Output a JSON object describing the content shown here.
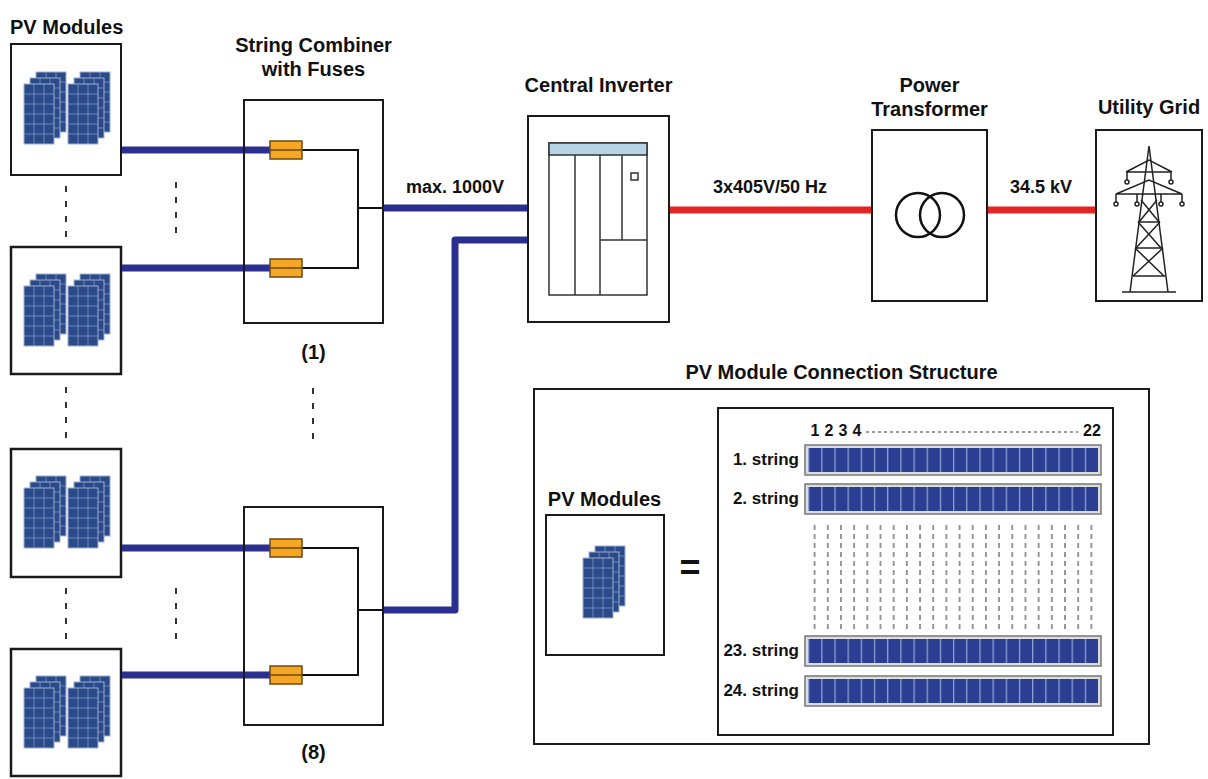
{
  "diagram": {
    "nodes": [
      {
        "text": [
          "PV Modules"
        ]
      },
      {
        "text": [
          "String Combiner with Fuses",
          "(1)"
        ]
      },
      {
        "text": [
          "(8)"
        ]
      },
      {
        "text": [
          "Central Inverter"
        ]
      },
      {
        "text": [
          "Power Transformer"
        ]
      },
      {
        "text": [
          "Utility Grid"
        ]
      },
      {
        "text": [
          "PV Module Connection Structure"
        ]
      },
      {
        "text": [
          "PV Modules"
        ],
        "in": 6
      }
    ],
    "edges": [
      {
        "from": 0,
        "to": 1,
        "arrow": "none"
      },
      {
        "from": 1,
        "to": 3,
        "label": "max. 1000V",
        "arrow": "none"
      },
      {
        "from": 2,
        "to": 3,
        "arrow": "none"
      },
      {
        "from": 3,
        "to": 4,
        "label": "3x405V/50 Hz",
        "arrow": "none"
      },
      {
        "from": 4,
        "to": 5,
        "label": "34.5 kV",
        "arrow": "none"
      }
    ],
    "labels": [
      "=",
      "1",
      "2",
      "3",
      "4",
      "22",
      "1. string",
      "2. string",
      "23. string",
      "24. string"
    ]
  }
}
